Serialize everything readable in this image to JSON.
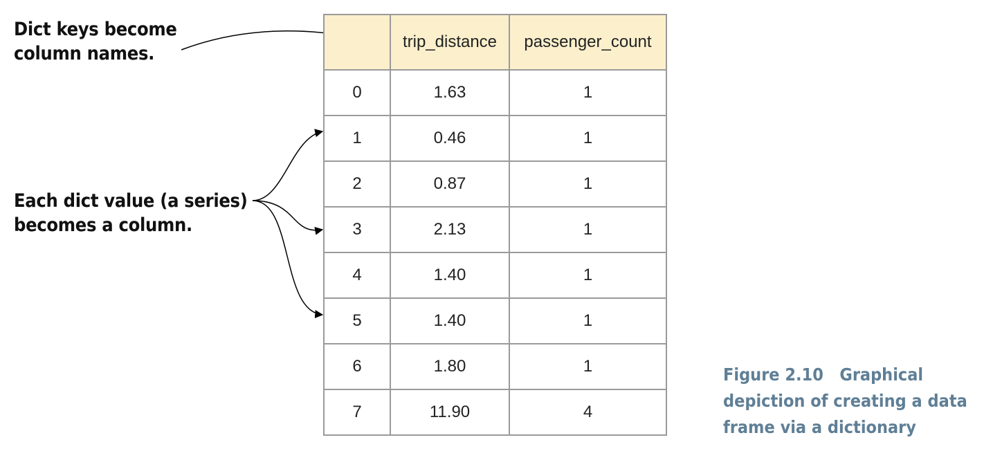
{
  "annotations": {
    "keys": [
      "Dict keys become",
      "column names."
    ],
    "values": [
      "Each dict value (a series)",
      "becomes a column."
    ]
  },
  "table": {
    "columns": [
      "",
      "trip_distance",
      "passenger_count"
    ],
    "rows": [
      [
        "0",
        "1.63",
        "1"
      ],
      [
        "1",
        "0.46",
        "1"
      ],
      [
        "2",
        "0.87",
        "1"
      ],
      [
        "3",
        "2.13",
        "1"
      ],
      [
        "4",
        "1.40",
        "1"
      ],
      [
        "5",
        "1.40",
        "1"
      ],
      [
        "6",
        "1.80",
        "1"
      ],
      [
        "7",
        "11.90",
        "4"
      ]
    ]
  },
  "caption": {
    "label": "Figure 2.10",
    "lines": [
      "Graphical",
      "depiction of creating a data",
      "frame via a dictionary"
    ]
  }
}
